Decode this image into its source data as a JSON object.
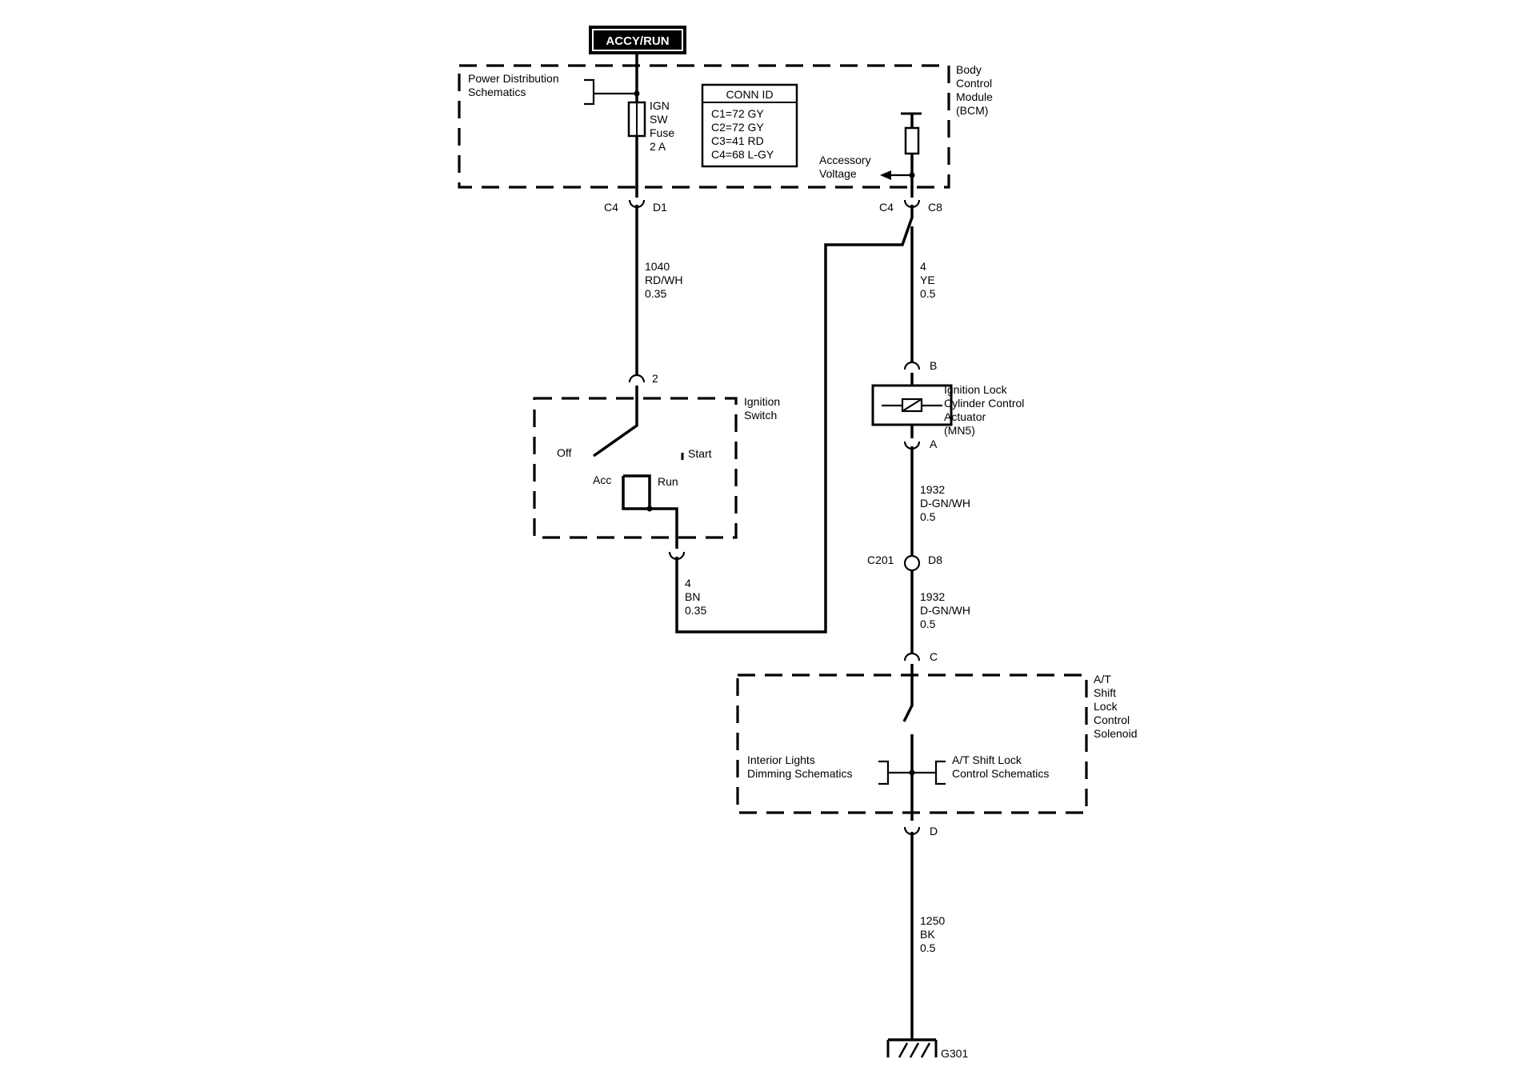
{
  "power_source": {
    "label": "ACCY/RUN"
  },
  "bcm": {
    "name": [
      "Body",
      "Control",
      "Module",
      "(BCM)"
    ],
    "power_dist_ref": [
      "Power Distribution",
      "Schematics"
    ],
    "fuse": [
      "IGN",
      "SW",
      "Fuse",
      "2 A"
    ],
    "conn_id": {
      "title": "CONN ID",
      "rows": [
        "C1=72 GY",
        "C2=72 GY",
        "C3=41 RD",
        "C4=68 L-GY"
      ]
    },
    "accessory_voltage": [
      "Accessory",
      "Voltage"
    ]
  },
  "connectors": {
    "left_conn": "C4",
    "left_pin": "D1",
    "right_conn": "C4",
    "right_pin": "C8",
    "ign_pin_top": "2",
    "actuator_pin_top": "B",
    "actuator_pin_bottom": "A",
    "inline_conn": "C201",
    "inline_pin": "D8",
    "solenoid_pin_top": "C",
    "solenoid_pin_bottom": "D"
  },
  "wires": {
    "w1040": [
      "1040",
      "RD/WH",
      "0.35"
    ],
    "w4bn": [
      "4",
      "BN",
      "0.35"
    ],
    "w4ye": [
      "4",
      "YE",
      "0.5"
    ],
    "w1932a": [
      "1932",
      "D-GN/WH",
      "0.5"
    ],
    "w1932b": [
      "1932",
      "D-GN/WH",
      "0.5"
    ],
    "w1250": [
      "1250",
      "BK",
      "0.5"
    ]
  },
  "ignition_switch": {
    "name": [
      "Ignition",
      "Switch"
    ],
    "positions": {
      "off": "Off",
      "acc": "Acc",
      "run": "Run",
      "start": "Start"
    }
  },
  "actuator": {
    "name": [
      "Ignition Lock",
      "Cylinder Control",
      "Actuator",
      "(MN5)"
    ]
  },
  "solenoid": {
    "name": [
      "A/T",
      "Shift",
      "Lock",
      "Control",
      "Solenoid"
    ],
    "left_ref": [
      "Interior Lights",
      "Dimming Schematics"
    ],
    "right_ref": [
      "A/T Shift Lock",
      "Control Schematics"
    ]
  },
  "ground": {
    "label": "G301"
  }
}
